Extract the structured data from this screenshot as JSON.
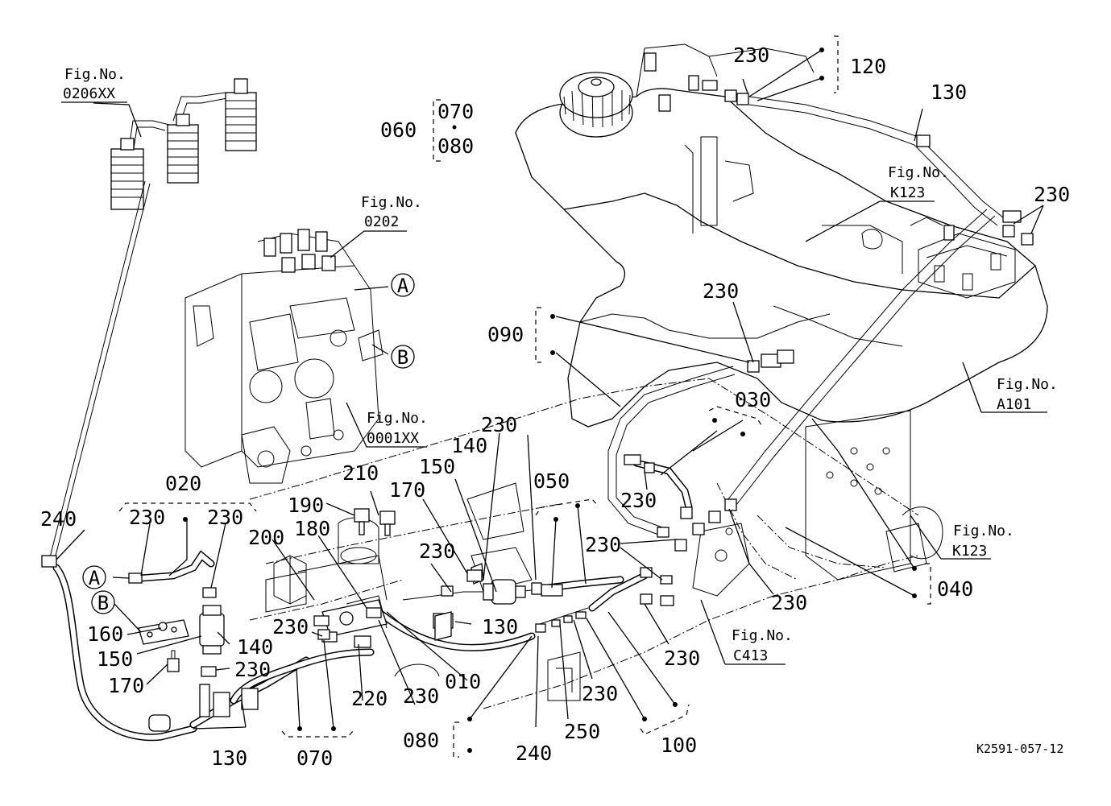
{
  "document_code": "K2591-057-12",
  "figure_refs": [
    {
      "key": "fig_0206",
      "line1": "Fig.No.",
      "line2": "0206XX"
    },
    {
      "key": "fig_0202",
      "line1": "Fig.No.",
      "line2": "0202"
    },
    {
      "key": "fig_0001",
      "line1": "Fig.No.",
      "line2": "0001XX"
    },
    {
      "key": "fig_k123_top",
      "line1": "Fig.No.",
      "line2": "K123"
    },
    {
      "key": "fig_a101",
      "line1": "Fig.No.",
      "line2": "A101"
    },
    {
      "key": "fig_k123_right",
      "line1": "Fig.No.",
      "line2": "K123"
    },
    {
      "key": "fig_c413",
      "line1": "Fig.No.",
      "line2": "C413"
    }
  ],
  "connection_refs": {
    "a": "A",
    "b": "B"
  },
  "part_labels": [
    "230",
    "120",
    "130",
    "230",
    "070",
    "060",
    "080",
    "230",
    "090",
    "030",
    "230",
    "230",
    "040",
    "230",
    "230",
    "230",
    "140",
    "150",
    "170",
    "050",
    "230",
    "210",
    "190",
    "200",
    "180",
    "230",
    "130",
    "020",
    "230",
    "230",
    "240",
    "160",
    "150",
    "140",
    "230",
    "170",
    "220",
    "230",
    "010",
    "130",
    "070",
    "080",
    "240",
    "250",
    "230",
    "100"
  ]
}
